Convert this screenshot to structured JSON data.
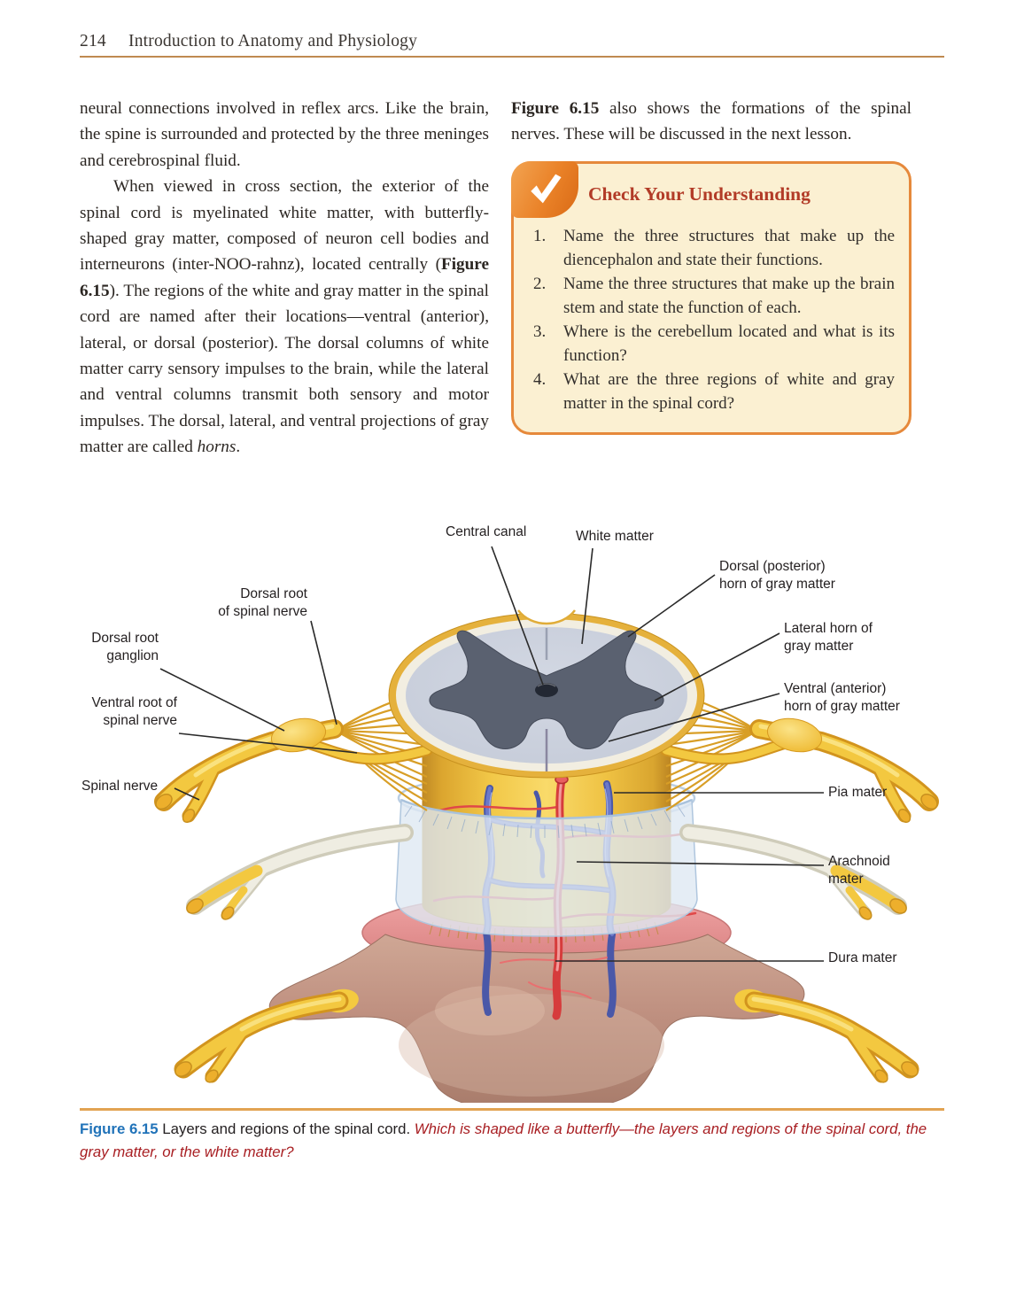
{
  "header": {
    "page_number": "214",
    "title": "Introduction to Anatomy and Physiology"
  },
  "left_column": {
    "p1": "neural connections involved in reflex arcs. Like the brain, the spine is surrounded and protected by the three meninges and cerebrospinal fluid.",
    "p2_before": "When viewed in cross section, the exterior of the spinal cord is myelinated white matter, with butterfly-shaped gray matter, composed of neuron cell bodies and interneurons (inter-NOO-rahnz), located centrally (",
    "p2_figref": "Figure 6.15",
    "p2_mid": "). The regions of the white and gray matter in the spinal cord are named after their locations—ventral (anterior), lateral, or dorsal (posterior). The dorsal columns of white matter carry sensory impulses to the brain, while the lateral and ventral columns transmit both sensory and motor impulses. The dorsal, lateral, and ventral projections of gray matter are called ",
    "p2_italic": "horns",
    "p2_end": "."
  },
  "right_column": {
    "p1_figref": "Figure 6.15",
    "p1_rest": " also shows the formations of the spinal nerves. These will be discussed in the next lesson."
  },
  "check_box": {
    "title": "Check Your Understanding",
    "items": [
      {
        "num": "1.",
        "text": "Name the three structures that make up the diencephalon and state their functions."
      },
      {
        "num": "2.",
        "text": "Name the three structures that make up the brain stem and state the function of each."
      },
      {
        "num": "3.",
        "text": "Where is the cerebellum located and what is its function?"
      },
      {
        "num": "4.",
        "text": "What are the three regions of white and gray matter in the spinal cord?"
      }
    ]
  },
  "figure": {
    "labels": {
      "central_canal": "Central canal",
      "white_matter": "White matter",
      "dorsal_horn": "Dorsal (posterior)\nhorn of gray matter",
      "lateral_horn": "Lateral horn of\ngray matter",
      "ventral_horn": "Ventral (anterior)\nhorn of gray matter",
      "pia_mater": "Pia mater",
      "arachnoid_mater": "Arachnoid\nmater",
      "dura_mater": "Dura mater",
      "dorsal_root": "Dorsal root\nof spinal nerve",
      "dorsal_root_ganglion": "Dorsal root\nganglion",
      "ventral_root": "Ventral root of\nspinal nerve",
      "spinal_nerve": "Spinal nerve"
    }
  },
  "caption": {
    "fig_label": "Figure 6.15",
    "text": " Layers and regions of the spinal cord. ",
    "question": "Which is shaped like a butterfly—the layers and regions of the spinal cord, the gray matter, or the white matter?"
  },
  "colors": {
    "header_rule_tan": "#bf8a50",
    "box_border_orange": "#e6893b",
    "box_bg_cream": "#fbf0d2",
    "box_title_red": "#b23b27",
    "caption_fig_blue": "#2173b9",
    "caption_question_red": "#a81e22",
    "caption_rule_tan": "#e2a352",
    "nerve_yellow": "#f3c840",
    "gray_matter": "#5a6170",
    "white_matter": "#c9cfdb",
    "dura_brown": "#be8f7d",
    "arachnoid_blue": "#dfe9f3"
  }
}
